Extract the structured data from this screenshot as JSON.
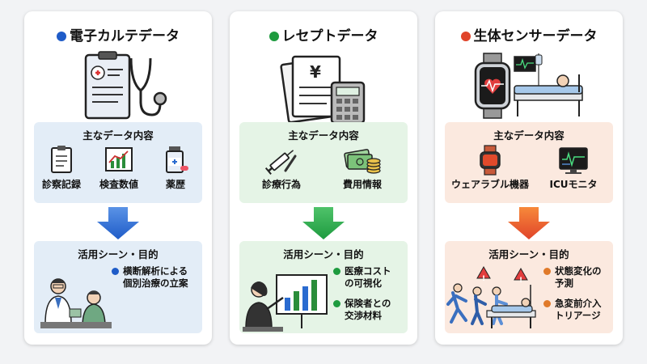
{
  "colors": {
    "blue": "#1f5cc8",
    "green": "#1e9b3f",
    "red": "#e0442a",
    "box_blue": "#e3edf7",
    "box_green": "#e5f4e6",
    "box_red": "#fbe9df"
  },
  "cards": [
    {
      "title": "電子カルテデータ",
      "box1_title": "主なデータ内容",
      "items": [
        "診察記録",
        "検査数値",
        "薬歴"
      ],
      "box2_title": "活用シーン・目的",
      "uses": [
        [
          "横断解析による",
          "個別治療の立案"
        ]
      ]
    },
    {
      "title": "レセプトデータ",
      "box1_title": "主なデータ内容",
      "items": [
        "診療行為",
        "費用情報"
      ],
      "box2_title": "活用シーン・目的",
      "uses": [
        [
          "医療コスト",
          "の可視化"
        ],
        [
          "保険者との",
          "交渉材料"
        ]
      ]
    },
    {
      "title": "生体センサーデータ",
      "box1_title": "主なデータ内容",
      "items": [
        "ウェアラブル機器",
        "ICUモニタ"
      ],
      "box2_title": "活用シーン・目的",
      "uses": [
        [
          "状態変化の",
          "予測"
        ],
        [
          "急変前介入",
          "トリアージ"
        ]
      ]
    }
  ]
}
